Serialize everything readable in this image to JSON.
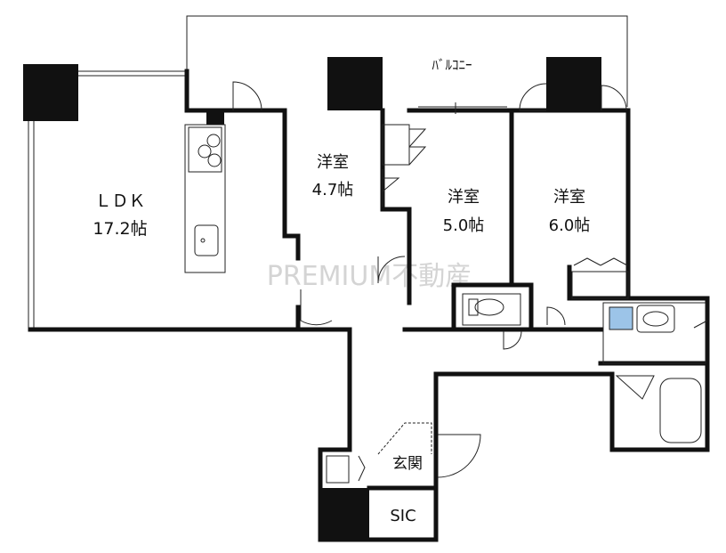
{
  "rooms": {
    "ldk": {
      "name": "ＬＤＫ",
      "size": "17.2帖"
    },
    "bedroom1": {
      "name": "洋室",
      "size": "4.7帖"
    },
    "bedroom2": {
      "name": "洋室",
      "size": "5.0帖"
    },
    "bedroom3": {
      "name": "洋室",
      "size": "6.0帖"
    },
    "balcony": {
      "name": "ﾊﾞﾙｺﾆｰ"
    },
    "entrance": {
      "name": "玄関"
    },
    "sic": {
      "name": "SIC"
    }
  },
  "watermark": "PREMIUM不動産",
  "colors": {
    "wall": "#111111",
    "fixture_blue": "#9cc4e8",
    "watermark": "#d0d0d0"
  }
}
